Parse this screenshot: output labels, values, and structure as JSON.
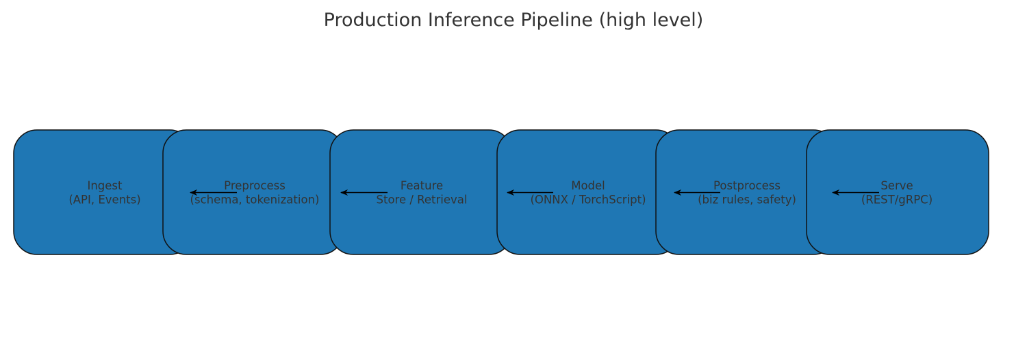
{
  "title": "Production Inference Pipeline (high level)",
  "colors": {
    "node_fill": "#1f77b4",
    "node_stroke": "#111111",
    "text": "#333333",
    "arrow": "#000000"
  },
  "nodes": [
    {
      "id": "ingest",
      "lines": [
        "Ingest",
        "(API, Events)"
      ]
    },
    {
      "id": "preprocess",
      "lines": [
        "Preprocess",
        "(schema, tokenization)"
      ]
    },
    {
      "id": "feature",
      "lines": [
        "Feature",
        "Store / Retrieval"
      ]
    },
    {
      "id": "model",
      "lines": [
        "Model",
        "(ONNX / TorchScript)"
      ]
    },
    {
      "id": "postprocess",
      "lines": [
        "Postprocess",
        "(biz rules, safety)"
      ]
    },
    {
      "id": "serve",
      "lines": [
        "Serve",
        "(REST/gRPC)"
      ]
    }
  ],
  "edges": [
    {
      "from": "preprocess",
      "to": "ingest"
    },
    {
      "from": "feature",
      "to": "preprocess"
    },
    {
      "from": "model",
      "to": "feature"
    },
    {
      "from": "postprocess",
      "to": "model"
    },
    {
      "from": "serve",
      "to": "postprocess"
    }
  ]
}
